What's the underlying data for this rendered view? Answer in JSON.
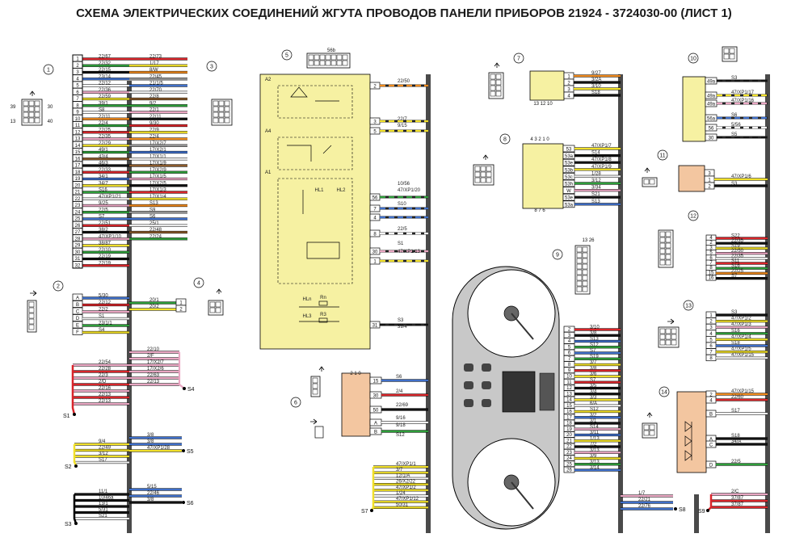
{
  "title": "СХЕМА ЭЛЕКТРИЧЕСКИХ СОЕДИНЕНИЙ ЖГУТА ПРОВОДОВ ПАНЕЛИ ПРИБОРОВ 21924 - 3724030-00 (ЛИСТ 1)",
  "colors": {
    "red": "#d9262b",
    "green": "#2e9e3a",
    "blue": "#3f6fc9",
    "yellow": "#f1e02a",
    "black": "#111111",
    "white": "#f4f4f4",
    "pink": "#e9a6c2",
    "orange": "#ef8a1e",
    "brown": "#8a5a2b",
    "grey": "#9a9a9a",
    "violet": "#8a57b5",
    "bus": "#4a4a4a",
    "yellowbox": "#f6f1a2",
    "peachbox": "#f3c6a0",
    "panel": "#c8c8c8"
  },
  "components": {
    "c1": "1",
    "c2": "2",
    "c3": "3",
    "c4": "4",
    "c5": "5",
    "c6": "6",
    "c7": "7",
    "c8": "8",
    "c9": "9",
    "c10": "10",
    "c11": "11",
    "c12": "12",
    "c13": "13",
    "c14": "14"
  },
  "splices": {
    "s1": "S1",
    "s2": "S2",
    "s3": "S3",
    "s4": "S4",
    "s5": "S5",
    "s6": "S6",
    "s7": "S7",
    "s8": "S8",
    "s9": "S9"
  },
  "block1": {
    "pins": [
      "1",
      "2",
      "3",
      "4",
      "5",
      "6",
      "7",
      "8",
      "9",
      "10",
      "11",
      "12",
      "13",
      "14",
      "15",
      "16",
      "17",
      "18",
      "19",
      "20",
      "21",
      "22",
      "23",
      "24",
      "25",
      "26",
      "27",
      "28",
      "29",
      "30",
      "31",
      "32"
    ],
    "left": [
      "22/67",
      "22/32",
      "22/15",
      "23/14",
      "22/12",
      "22/36",
      "22/59",
      "39/1",
      "S8",
      "22/11",
      "22/4",
      "22/25",
      "22/35",
      "22/29",
      "49/1",
      "43/4",
      "46/3",
      "22/33",
      "34/1",
      "34/7",
      "S16",
      "47/XP1/21",
      "9/25",
      "22/5",
      "S7",
      "22/51",
      "38/2",
      "47/XP1/10",
      "38/87",
      "22/10",
      "22/19",
      "22/19"
    ],
    "right": [
      "22/73",
      "1/17",
      "8/W",
      "22/45",
      "21/1/5",
      "22/70",
      "22/8",
      "9/2",
      "22/1",
      "22/11",
      "9/30",
      "22/9",
      "22/4",
      "17/X2/7",
      "17/X2/1",
      "17/X1/1",
      "17/X1/9",
      "17/X2/9",
      "17/X1/5",
      "17/X2/5",
      "17/X1/3",
      "17/X1/4",
      "S13",
      "S9",
      "S6",
      "25/1",
      "22/48",
      "22/24",
      "",
      "",
      "",
      ""
    ],
    "colors": [
      "red",
      "green",
      "black",
      "blue",
      "white",
      "pink",
      "yellow",
      "green",
      "white",
      "orange",
      "green",
      "red",
      "pink",
      "yellow",
      "green",
      "brown",
      "black",
      "red",
      "blue",
      "yellow",
      "green",
      "white",
      "pink",
      "green",
      "blue",
      "red",
      "black",
      "pink",
      "yellow",
      "green",
      "black",
      "red"
    ]
  },
  "block2": {
    "pins": [
      "A",
      "B",
      "C",
      "D",
      "E",
      "F"
    ],
    "left": [
      "5/30",
      "22/12",
      "22/2",
      "S1",
      "23/1/1",
      "S4"
    ],
    "right": [
      "20/1",
      "20/2"
    ]
  },
  "block4": {
    "pins": [
      "1",
      "2"
    ]
  },
  "block5": {
    "header": "56b",
    "sections": [
      "A2",
      "A4",
      "A1"
    ],
    "pins": [
      "2",
      "3",
      "5",
      "56",
      "7",
      "4",
      "8",
      "30",
      "1",
      "31"
    ],
    "labels": [
      "22/50",
      "22/7",
      "9/15",
      "10/56",
      "47/XP1/20",
      "S10",
      "22/5",
      "S1",
      "47/XP1/13",
      "S3",
      "39/4"
    ],
    "inner": [
      "HL1",
      "HL2",
      "HL3",
      "HLn",
      "Rn",
      "R3"
    ]
  },
  "block6": {
    "pins": [
      "15",
      "30",
      "50",
      "A",
      "B"
    ],
    "labels": [
      "S6",
      "2/4",
      "22/69",
      "9/16",
      "9/18",
      "S12"
    ],
    "header": "2 1 0",
    "slot_labels": [
      "15",
      "30",
      "50",
      "A",
      "B"
    ]
  },
  "block7": {
    "pins": [
      "1",
      "2",
      "3",
      "4"
    ],
    "labels": [
      "9/27",
      "3/2A",
      "3/10",
      "S18"
    ],
    "bottom": "13 12 10"
  },
  "block8": {
    "pins": [
      "53",
      "53a",
      "53e",
      "53b",
      "53c",
      "53h",
      "W",
      "53e",
      "53a"
    ],
    "labels": [
      "47/XP1/7",
      "S14",
      "47/XP1/8",
      "47/XP1/9",
      "1/28",
      "3/12",
      "3/34",
      "S21",
      "S13"
    ],
    "top": "4 3 2 1 0",
    "bottom": "8 7 6"
  },
  "block10": {
    "pins": [
      "49a",
      "49a",
      "49a",
      "56a",
      "56",
      "30"
    ],
    "labels": [
      "S3",
      "47/XP1/17",
      "47/XP1/16",
      "S6",
      "5/56",
      "S5"
    ]
  },
  "block11": {
    "pins": [
      "3",
      "1",
      "2"
    ],
    "labels": [
      "47/XP1/6",
      "S3"
    ]
  },
  "block12": {
    "pins": [
      "4",
      "2",
      "3",
      "5",
      "6",
      "7",
      "8",
      "15",
      "16"
    ],
    "labels": [
      "S22",
      "22/35",
      "S19",
      "22/50",
      "22/35",
      "S11",
      "S16",
      "22/25",
      "S7"
    ]
  },
  "block13": {
    "pins": [
      "1",
      "2",
      "3",
      "4",
      "5",
      "6",
      "7",
      "8"
    ],
    "labels": [
      "S3",
      "47/XP1/2",
      "47/XP1/3",
      "S16",
      "47/XP1/4",
      "S18",
      "47/XP1/5",
      "47/XP1/15"
    ]
  },
  "block14": {
    "pins": [
      "2",
      "4",
      "B",
      "A",
      "C",
      "D"
    ],
    "labels": [
      "47/XP1/15",
      "22/60",
      "S17",
      "S18",
      "34/A",
      "22/5"
    ]
  },
  "block9": {
    "top": "13 26",
    "pins": [
      "2",
      "3",
      "4",
      "5",
      "6",
      "7",
      "8",
      "9",
      "10",
      "11",
      "12",
      "13",
      "14",
      "15",
      "16",
      "17",
      "18",
      "19",
      "20",
      "21",
      "22",
      "23",
      "24",
      "25",
      "26"
    ],
    "labels": [
      "3/10",
      "3/8",
      "S13",
      "S12",
      "S7",
      "S19",
      "3/7",
      "3/8",
      "3/6",
      "S7",
      "3/5",
      "3/4",
      "3/3",
      "6/A",
      "S12",
      "3/2",
      "3/1",
      "S14",
      "3/11",
      "1/13",
      "7/2",
      "3/13",
      "3/9",
      "3/13",
      "3/14"
    ]
  },
  "s_groups": {
    "s4": [
      "22/10",
      "2/F",
      "17/X2/7",
      "17/X2/6",
      "22/63",
      "22/13"
    ],
    "s1": [
      "22/54",
      "22/28",
      "22/3",
      "2/D",
      "22/16",
      "22/13",
      "22/13"
    ],
    "s2": [
      "9/4",
      "22/49",
      "3/12",
      "S17"
    ],
    "s5": [
      "3/8",
      "3/8",
      "47/XP1/28"
    ],
    "s6": [
      "5/15",
      "22/46",
      "3/8"
    ],
    "s3": [
      "11/1",
      "10/46a",
      "13/1",
      "5/31",
      "S21"
    ],
    "s7": [
      "47/XP1/1",
      "3/7",
      "12/1/A",
      "26/X2/22",
      "47/XP1/2",
      "1/24",
      "47/XP1/12",
      "50/31"
    ],
    "s8": [
      "1/7",
      "22/21",
      "22/76"
    ],
    "s9": [
      "2/C",
      "37/87",
      "37/87"
    ]
  },
  "connector_views": {
    "v1": [
      "39",
      "30",
      "13",
      "40"
    ],
    "v4": [
      "1",
      "2"
    ]
  }
}
